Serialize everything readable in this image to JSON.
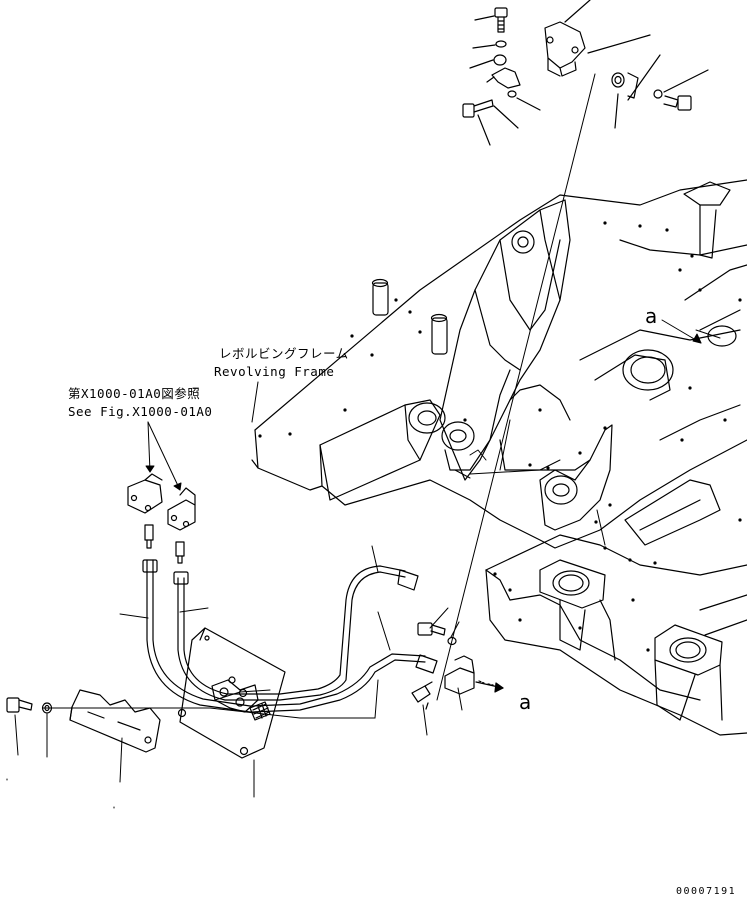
{
  "labels": {
    "reference_jp": "第X1000-01A0図参照",
    "reference_en": "See Fig.X1000-01A0",
    "frame_jp": "レボルビングフレーム",
    "frame_en": "Revolving Frame",
    "view_marker_top": "a",
    "view_marker_bottom": "a",
    "document_number": "00007191"
  },
  "colors": {
    "line": "#000000",
    "background": "#ffffff"
  }
}
